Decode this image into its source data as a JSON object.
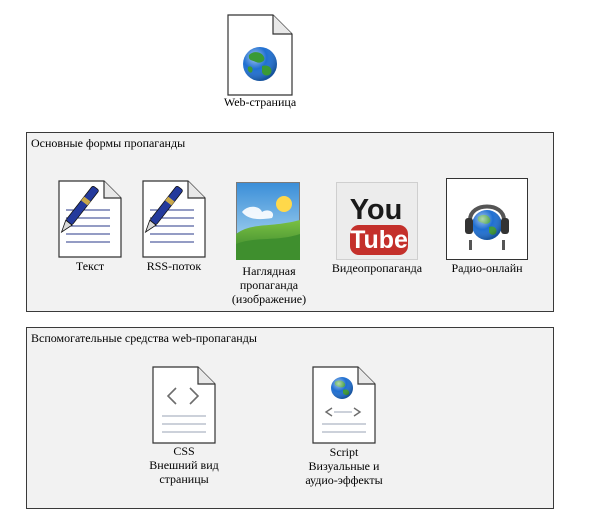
{
  "top": {
    "web_page_label": "Web-страница"
  },
  "primary_forms": {
    "title": "Основные формы пропаганды",
    "items": [
      {
        "label": "Текст",
        "icon": "document-pen-icon"
      },
      {
        "label": "RSS-поток",
        "icon": "document-pen-icon"
      },
      {
        "label_lines": [
          "Наглядная",
          "пропаганда",
          "(изображение)"
        ],
        "icon": "landscape-image-icon"
      },
      {
        "label": "Видеопропаганда",
        "icon": "youtube-logo-icon",
        "logo_text": [
          "You",
          "Tube"
        ]
      },
      {
        "label": "Радио-онлайн",
        "icon": "globe-headphones-icon"
      }
    ]
  },
  "auxiliary": {
    "title": "Вспомогательные средства web-пропаганды",
    "items": [
      {
        "label_lines": [
          "CSS",
          "Внешний вид",
          "страницы"
        ],
        "icon": "code-document-icon"
      },
      {
        "label_lines": [
          "Script",
          "Визуальные и",
          "аудио-эффекты"
        ],
        "icon": "script-document-globe-icon"
      }
    ]
  },
  "colors": {
    "group_fill": "#f2f2f2",
    "border": "#3a3a3a",
    "youtube_red": "#c4302b",
    "globe_blue": "#1f6fd1",
    "globe_green": "#3a9a35"
  }
}
